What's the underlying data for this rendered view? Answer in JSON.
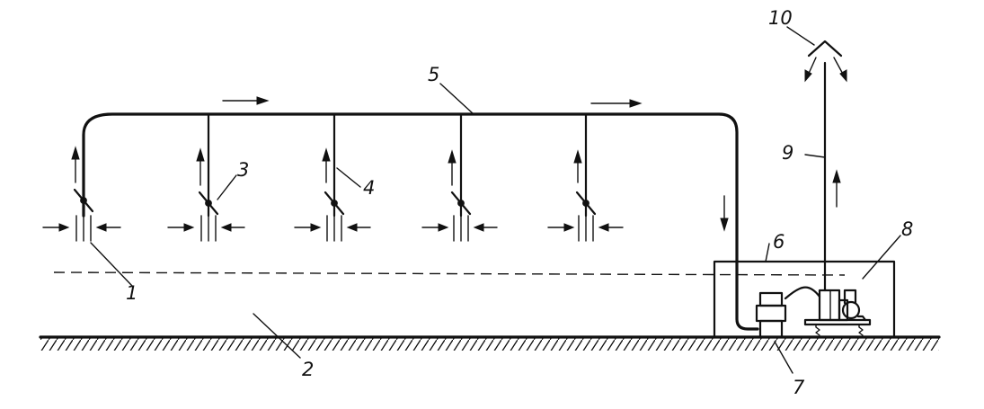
{
  "labels": {
    "l1": "1",
    "l2": "2",
    "l3": "3",
    "l4": "4",
    "l5": "5",
    "l6": "6",
    "l7": "7",
    "l8": "8",
    "l9": "9",
    "l10": "10"
  },
  "colors": {
    "ink": "#111111",
    "background": "#ffffff"
  }
}
